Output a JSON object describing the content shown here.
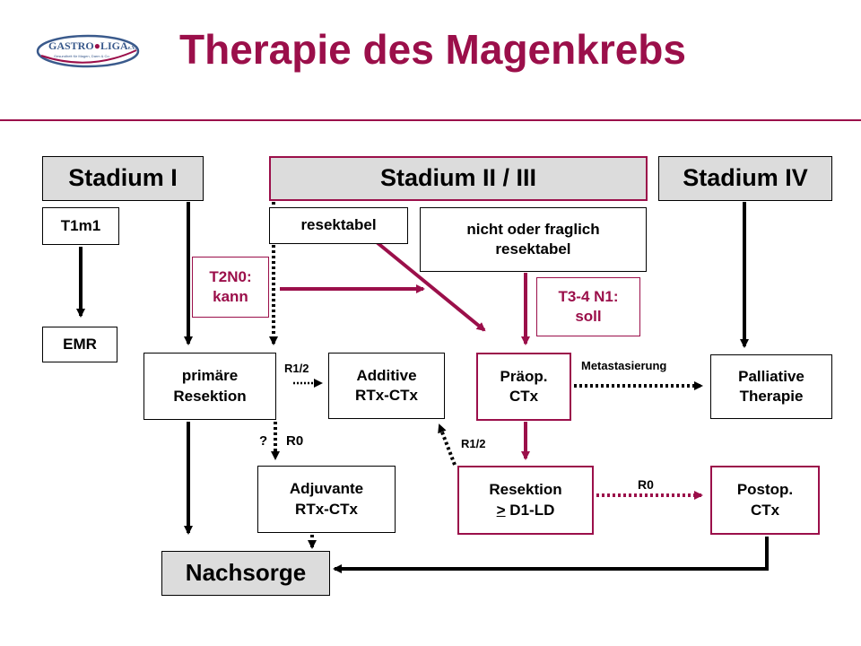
{
  "title": "Therapie des Magenkrebs",
  "logo": {
    "main_left": "GASTRO",
    "main_right": "LIGA",
    "suffix": "e.V.",
    "tagline": "Gesundheit für Magen, Darm & Co."
  },
  "colors": {
    "accent": "#9b0f4a",
    "header_fill": "#dcdcdc",
    "logo_blue": "#3a5a8c"
  },
  "headers": {
    "stage1": "Stadium I",
    "stage23": "Stadium II / III",
    "stage4": "Stadium IV"
  },
  "boxes": {
    "t1m1": "T1m1",
    "emr": "EMR",
    "resektabel": "resektabel",
    "nicht_resektabel": "nicht oder fraglich\nresektabel",
    "t2n0": "T2N0:\nkann",
    "t34n1": "T3-4 N1:\nsoll",
    "primaere_resektion": "primäre\nResektion",
    "additive": "Additive\nRTx-CTx",
    "praeop_ctx_line1": "Präop.",
    "praeop_ctx_line2": "CTx",
    "palliative": "Palliative\nTherapie",
    "adjuvante": "Adjuvante\nRTx-CTx",
    "resektion_line1": "Resektion",
    "resektion_ge": ">",
    "resektion_rest": " D1-LD",
    "postop": "Postop.\nCTx",
    "nachsorge": "Nachsorge"
  },
  "edge_labels": {
    "r12_top": "R1/2",
    "question": "?",
    "r0_left": "R0",
    "r12_bottom": "R1/2",
    "metastasierung": "Metastasierung",
    "r0_right": "R0"
  }
}
